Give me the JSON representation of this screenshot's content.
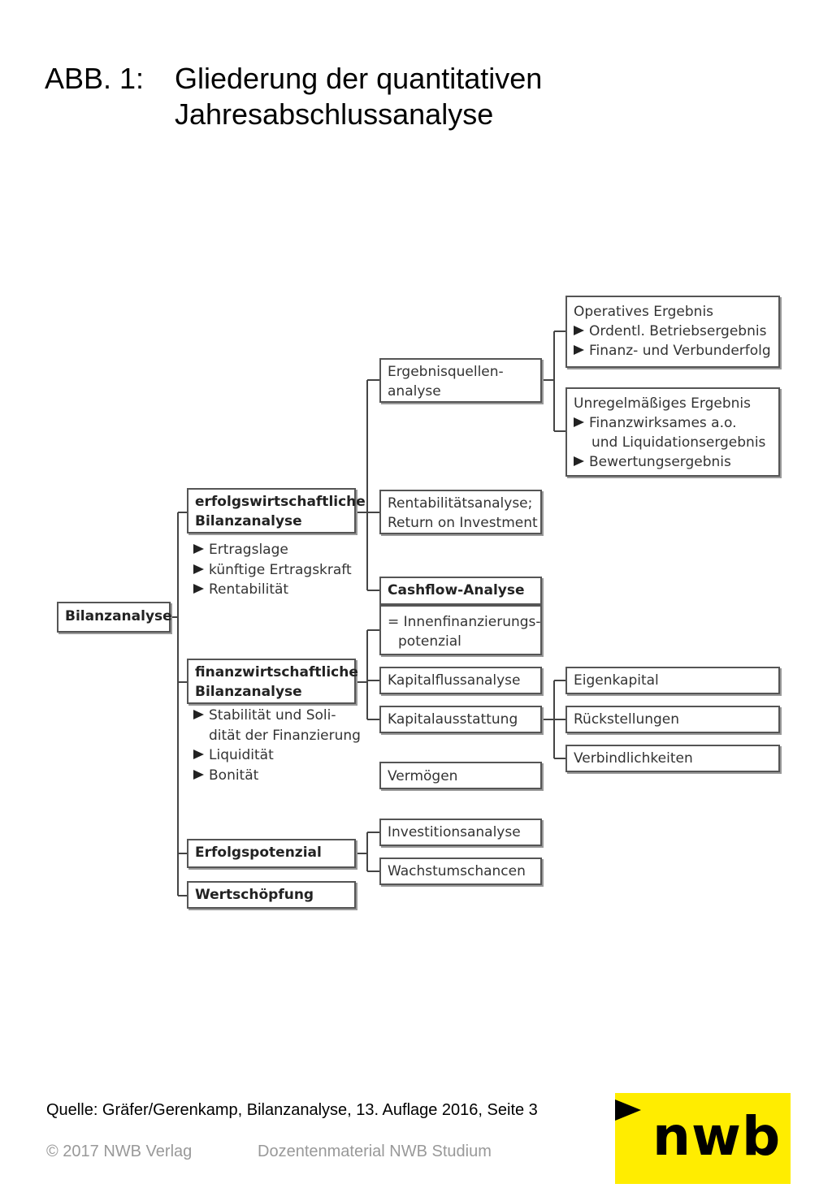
{
  "title": {
    "label": "ABB. 1:",
    "line1": "Gliederung der quantitativen",
    "line2": "Jahresabschlussanalyse"
  },
  "diagram": {
    "root": "Bilanzanalyse",
    "erfolg": {
      "title_lines": [
        "erfolgswirtschaftliche",
        "Bilanzanalyse"
      ],
      "bullets": [
        "Ertragslage",
        "künftige Ertragskraft",
        "Rentabilität"
      ]
    },
    "finanz": {
      "title_lines": [
        "finanzwirtschaftliche",
        "Bilanzanalyse"
      ],
      "bullets": [
        "Stabilität und Soli-",
        "dität der Finanzierung",
        "Liquidität",
        "Bonität"
      ]
    },
    "erfolgspotenzial": "Erfolgspotenzial",
    "wertschoepfung": "Wertschöpfung",
    "ergebnisquellen": [
      "Ergebnisquellen-",
      "analyse"
    ],
    "rentabilitaet": [
      "Rentabilitätsanalyse;",
      "Return on Investment"
    ],
    "cashflow": "Cashflow-Analyse",
    "innenfinanzierung": [
      "= Innenfinanzierungs-",
      "potenzial"
    ],
    "kapitalfluss": "Kapitalflussanalyse",
    "kapitalausstattung": "Kapitalausstattung",
    "vermoegen": "Vermögen",
    "investition": "Investitionsanalyse",
    "wachstum": "Wachstumschancen",
    "operatives": {
      "title": "Operatives Ergebnis",
      "items": [
        "Ordentl. Betriebsergebnis",
        "Finanz- und Verbunderfolg"
      ]
    },
    "unregelmaessig": {
      "title": "Unregelmäßiges Ergebnis",
      "items": [
        "Finanzwirksames a.o.",
        "und Liquidationsergebnis",
        "Bewertungsergebnis"
      ]
    },
    "eigenkapital": "Eigenkapital",
    "rueckstellungen": "Rückstellungen",
    "verbindlichkeiten": "Verbindlichkeiten"
  },
  "footer": {
    "source": "Quelle: Gräfer/Gerenkamp, Bilanzanalyse, 13. Auflage 2016, Seite 3",
    "copyright": "© 2017 NWB Verlag",
    "dozenten": "Dozentenmaterial NWB Studium"
  },
  "logo": {
    "text": "nwb",
    "color": "#ffed00"
  }
}
